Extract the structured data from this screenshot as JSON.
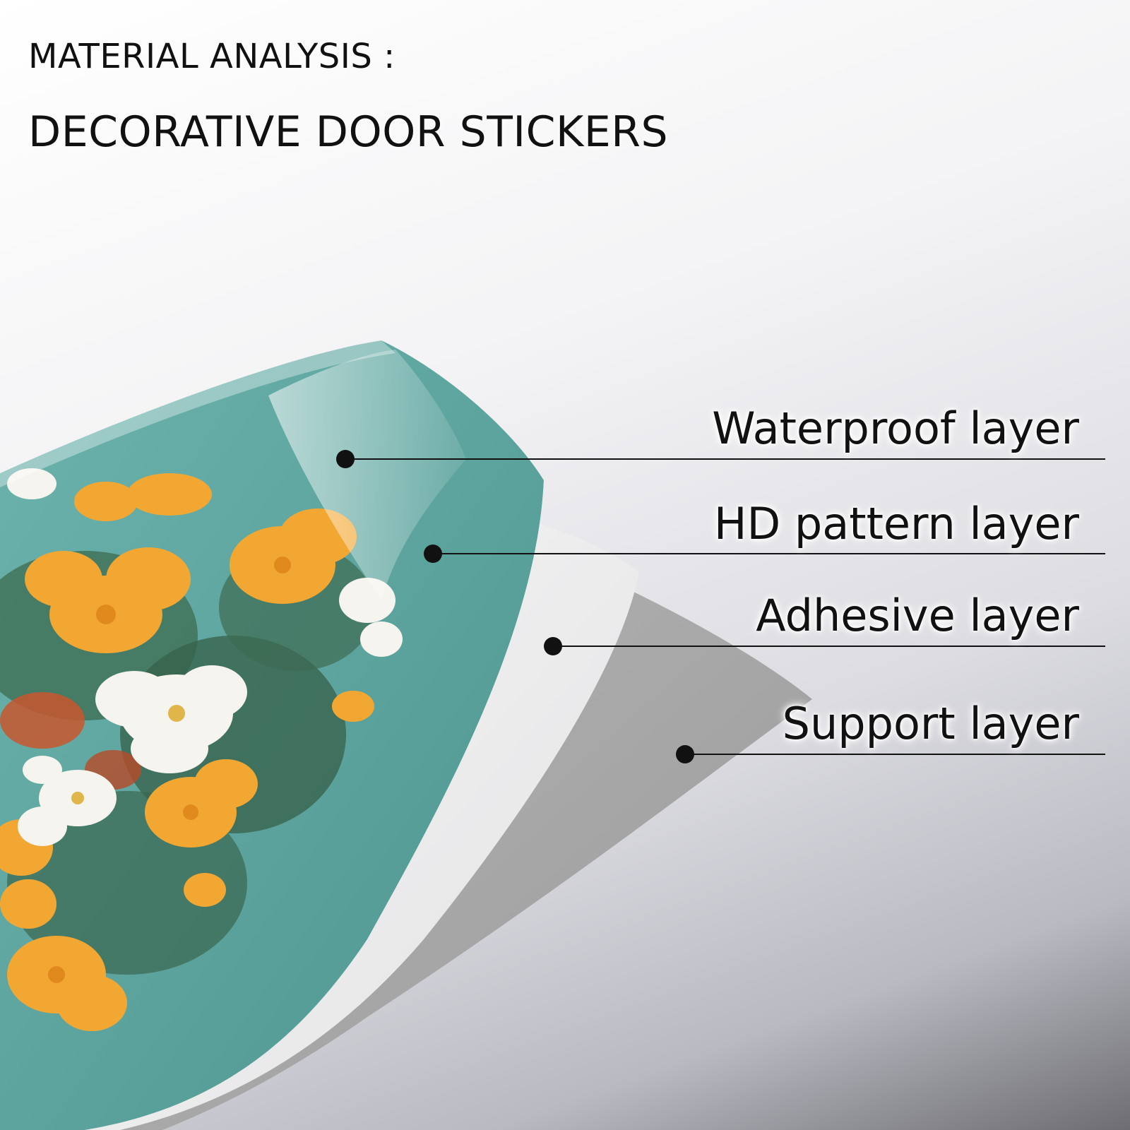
{
  "header": {
    "line1": "MATERIAL ANALYSIS :",
    "line2": "DECORATIVE DOOR STICKERS"
  },
  "layers": [
    {
      "label": "Waterproof layer"
    },
    {
      "label": "HD pattern layer"
    },
    {
      "label": "Adhesive layer"
    },
    {
      "label": "Support layer"
    }
  ],
  "colors": {
    "pattern_teal": "#5fa6a0",
    "flower_orange": "#f3a733",
    "flower_white": "#f6f4ee",
    "support_gray": "#a3a3a3",
    "adhesive_white": "#ececec",
    "ink": "#111111"
  }
}
